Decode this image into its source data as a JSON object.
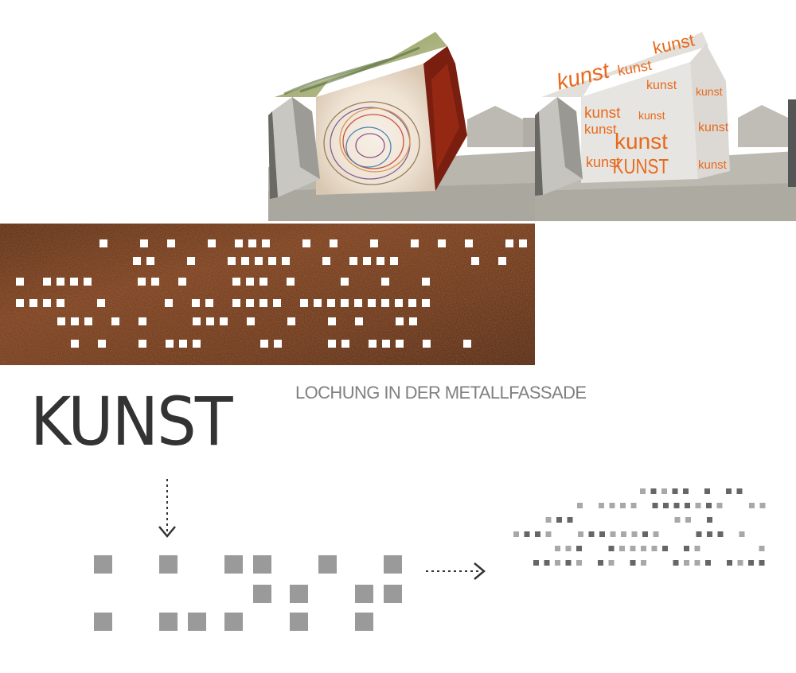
{
  "caption": "LOCHUNG IN DER METALLFASSADE",
  "word": "KUNST",
  "facade_text": {
    "tag_large": "kunst",
    "tag_caps": "KUNST",
    "tag_small": "kunst"
  },
  "colors": {
    "rust": "#6e3418",
    "rust_dark": "#3f1a0b",
    "facade_orange": "#e8691c",
    "block_gray": "#9a9a9a",
    "dot_gray": "#8a8a8a",
    "text_dark": "#333333",
    "caption_gray": "#808080"
  },
  "icons": {
    "down_arrow": "arrow-down-dotted-icon",
    "right_arrow": "arrow-right-dotted-icon"
  }
}
